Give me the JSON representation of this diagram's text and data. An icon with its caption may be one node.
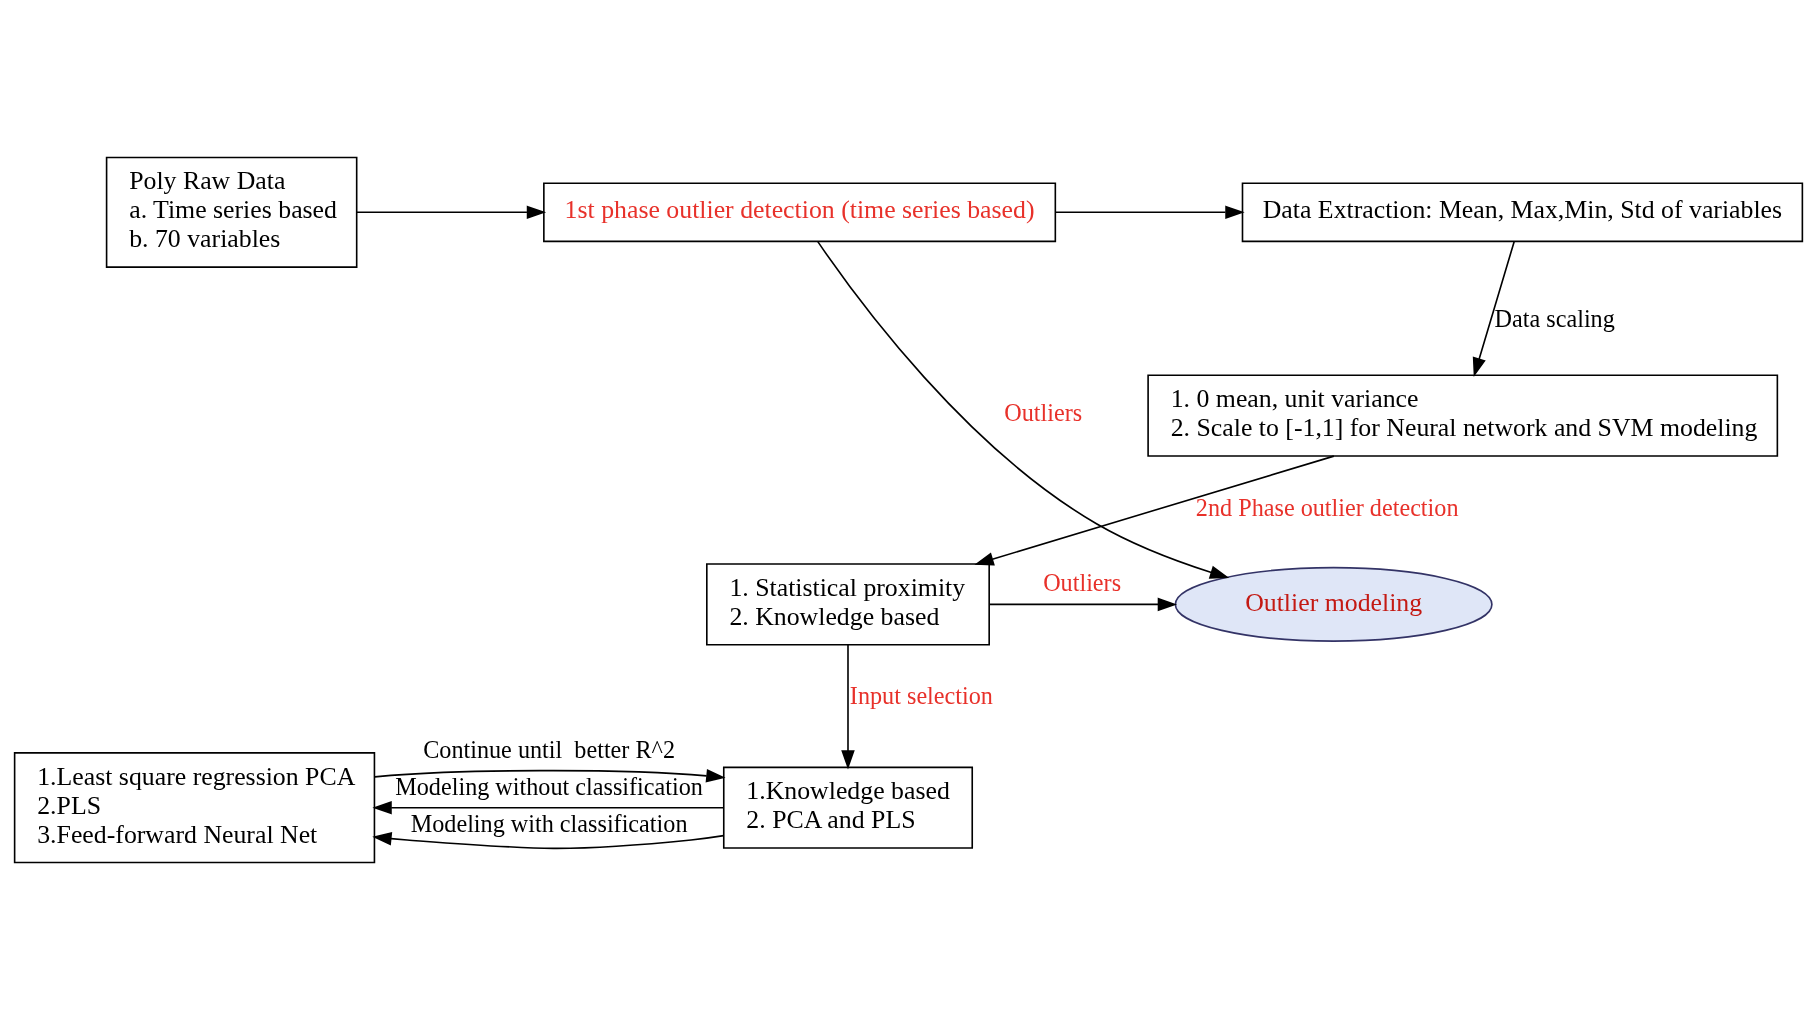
{
  "diagram": {
    "nodes": [
      {
        "text": [
          "Poly Raw Data",
          "a. Time series based",
          "b. 70 variables"
        ]
      },
      {
        "text": [
          "1st phase outlier detection (time series based)"
        ]
      },
      {
        "text": [
          "Data Extraction: Mean, Max,Min, Std of variables"
        ]
      },
      {
        "text": [
          "1. 0 mean, unit variance",
          "2. Scale to [-1,1] for Neural network and SVM modeling"
        ]
      },
      {
        "text": [
          "Outlier modeling"
        ]
      },
      {
        "text": [
          "1. Statistical proximity",
          "2. Knowledge based"
        ]
      },
      {
        "text": [
          "1.Least square regression PCA",
          "2.PLS",
          "3.Feed-forward Neural Net"
        ]
      },
      {
        "text": [
          "1.Knowledge based",
          "2. PCA and PLS"
        ]
      }
    ],
    "edges": [
      {
        "from": 0,
        "to": 1,
        "arrow": "to"
      },
      {
        "from": 1,
        "to": 2,
        "arrow": "to"
      },
      {
        "from": 1,
        "to": 4,
        "arrow": "to",
        "label": "Outliers"
      },
      {
        "from": 2,
        "to": 3,
        "arrow": "to",
        "label": "Data scaling"
      },
      {
        "from": 3,
        "to": 5,
        "arrow": "to",
        "label": "2nd Phase outlier detection"
      },
      {
        "from": 5,
        "to": 4,
        "arrow": "to",
        "label": "Outliers"
      },
      {
        "from": 5,
        "to": 7,
        "arrow": "to",
        "label": "Input selection"
      },
      {
        "from": 7,
        "to": 6,
        "arrow": "to",
        "label": "Modeling without classification"
      },
      {
        "from": 7,
        "to": 6,
        "arrow": "to",
        "label": "Modeling with classification"
      },
      {
        "from": 6,
        "to": 7,
        "arrow": "to",
        "label": "Continue until  better R^2"
      }
    ]
  }
}
